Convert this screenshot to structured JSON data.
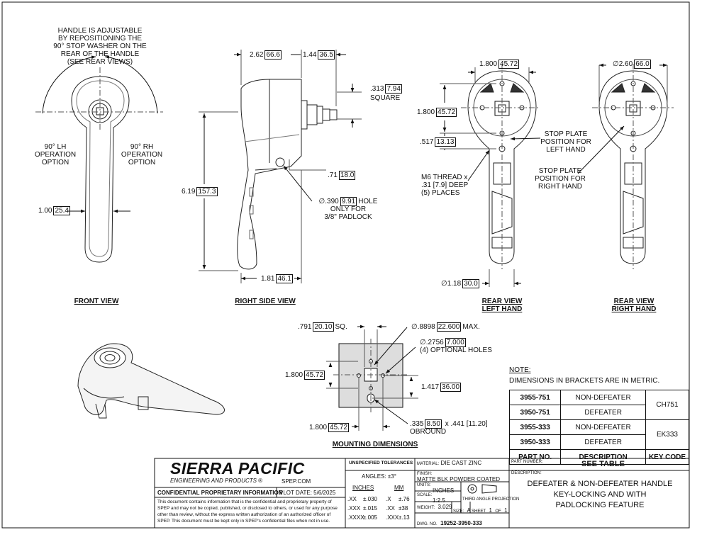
{
  "front_view": {
    "title": "FRONT VIEW",
    "note": [
      "HANDLE IS ADJUSTABLE",
      "BY REPOSITIONING THE",
      "90° STOP WASHER ON THE",
      "REAR OF THE HANDLE",
      "(SEE REAR VIEWS)"
    ],
    "lh": [
      "90° LH",
      "OPERATION",
      "OPTION"
    ],
    "rh": [
      "90° RH",
      "OPERATION",
      "OPTION"
    ],
    "width_dim": "1.00",
    "width_dim_mm": "25.4"
  },
  "side_view": {
    "title": "RIGHT SIDE VIEW",
    "dim_depth": "2.62",
    "dim_depth_mm": "66.6",
    "dim_shaft": "1.44",
    "dim_shaft_mm": "36.5",
    "dim_square": ".313",
    "dim_square_mm": "7.94",
    "square_label": "SQUARE",
    "dim_height": "6.19",
    "dim_height_mm": "157.3",
    "dim_71": ".71",
    "dim_71_mm": "18.0",
    "hole": "∅.390",
    "hole_mm": "9.91",
    "hole_label": "HOLE",
    "hole_note": [
      "ONLY FOR",
      "3/8\" PADLOCK"
    ],
    "dim_bottom": "1.81",
    "dim_bottom_mm": "46.1"
  },
  "rear_left": {
    "title": [
      "REAR VIEW",
      "LEFT HAND"
    ],
    "dim_top": "1.800",
    "dim_top_mm": "45.72",
    "dim_side": "1.800",
    "dim_side_mm": "45.72",
    "dim_517": ".517",
    "dim_517_mm": "13.13",
    "thread_note": [
      "M6 THREAD x",
      ".31 [7.9] DEEP",
      "(5) PLACES"
    ],
    "stop_note": [
      "STOP PLATE",
      "POSITION FOR",
      "LEFT HAND"
    ],
    "dim_bottom": "∅1.18",
    "dim_bottom_mm": "30.0"
  },
  "rear_right": {
    "title": [
      "REAR VIEW",
      "RIGHT HAND"
    ],
    "dim_top": "∅2.60",
    "dim_top_mm": "66.0",
    "stop_note": [
      "STOP PLATE",
      "POSITION FOR",
      "RIGHT HAND"
    ]
  },
  "mounting": {
    "title": "MOUNTING DIMENSIONS",
    "sq": ".791",
    "sq_mm": "20.10",
    "sq_label": "SQ.",
    "max": "∅.8898",
    "max_mm": "22.600",
    "max_label": "MAX.",
    "opt": "∅.2756",
    "opt_mm": "7.000",
    "opt_label": "(4) OPTIONAL HOLES",
    "left": "1.800",
    "left_mm": "45.72",
    "right": "1.417",
    "right_mm": "36.00",
    "bottom": "1.800",
    "bottom_mm": "45.72",
    "obround": ".335",
    "obround_mm": "8.50",
    "obround_x": ".441",
    "obround_x_mm": "11.20",
    "obround_label": "OBROUND"
  },
  "note": {
    "heading": "NOTE:",
    "text": "DIMENSIONS IN BRACKETS ARE IN METRIC."
  },
  "parts_table": {
    "rows": [
      {
        "part": "3955-751",
        "desc": "NON-DEFEATER"
      },
      {
        "part": "3950-751",
        "desc": "DEFEATER"
      },
      {
        "part": "3955-333",
        "desc": "NON-DEFEATER"
      },
      {
        "part": "3950-333",
        "desc": "DEFEATER"
      }
    ],
    "key_codes": [
      "CH751",
      "EK333"
    ],
    "headers": [
      "PART NO.",
      "DESCRIPTION",
      "KEY CODE"
    ]
  },
  "title_block": {
    "company": "SIERRA PACIFIC",
    "company_sub": "ENGINEERING AND PRODUCTS",
    "reg": "®",
    "website": "SPEP.COM",
    "confidential": "CONFIDENTIAL PROPRIETARY INFORMATION",
    "plot_date": "PLOT DATE:  5/6/2025",
    "legal": [
      "This document contains information that is the confidential and proprietary property of",
      "SPEP and may not be copied, published, or disclosed to others, or used for any purpose",
      "other than review, without the express written authorization of an authorized officer of",
      "SPEP. This document must be kept only in SPEP's confidential files when not in use."
    ],
    "tol_heading": "UNSPECIFIED TOLERANCES",
    "angles": "ANGLES: ±3°",
    "inches": "INCHES",
    "mm": "MM",
    "tol_rows": [
      [
        ".XX",
        "±.030",
        ".X",
        "±.76"
      ],
      [
        ".XXX",
        "±.015",
        ".XX",
        "±38"
      ],
      [
        ".XXXX",
        "±.005",
        ".XXX",
        "±.13"
      ]
    ],
    "material_label": "MATERIAL:",
    "material": "DIE CAST ZINC",
    "finish_label": "FINISH:",
    "finish": "MATTE BLK POWDER COATED",
    "units_label": "UNITS:",
    "units": "INCHES",
    "scale_label": "SCALE:",
    "scale": "1:2.5",
    "projection": "THIRD ANGLE PROJECTION",
    "weight_label": "WEIGHT:",
    "weight": "3.029",
    "size_label": "SIZE:",
    "size": "A",
    "sheet_label": "SHEET",
    "sheet": "1",
    "of": "OF",
    "sheet_total": "1",
    "dwg_label": "DWG. NO.",
    "dwg": "19252-3950-333",
    "partnum_label": "PART NUMBER:",
    "partnum": "SEE TABLE",
    "desc_label": "DESCRIPTION:",
    "description": [
      "DEFEATER & NON-DEFEATER  HANDLE",
      "KEY-LOCKING AND WITH",
      "PADLOCKING FEATURE"
    ]
  }
}
